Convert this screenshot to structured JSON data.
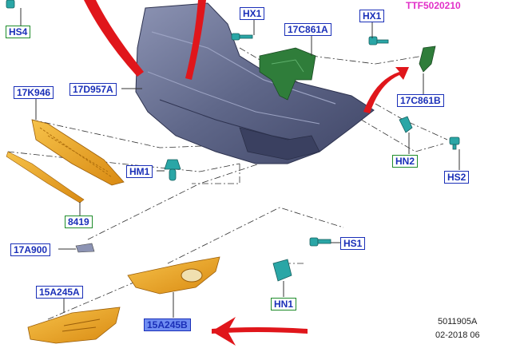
{
  "doc_id": "TTF5020210",
  "labels": {
    "hs4": "HS4",
    "hx1_left": "HX1",
    "hx1_right": "HX1",
    "c17c861a": "17C861A",
    "c17k946": "17K946",
    "c17d957a": "17D957A",
    "c17c861b": "17C861B",
    "hn2": "HN2",
    "hs2": "HS2",
    "hm1": "HM1",
    "c8419": "8419",
    "c17a900": "17A900",
    "hs1": "HS1",
    "c15a245a": "15A245A",
    "c15a245b": "15A245B",
    "hn1": "HN1"
  },
  "footer": {
    "ref": "5011905A",
    "date": "02-2018 06"
  },
  "colors": {
    "callout_blue": "#1a2fb8",
    "callout_green_border": "#1e8c2a",
    "selected_fill": "#6f8df2",
    "arrow_red": "#e0161b",
    "bumper": "#5b6386",
    "bracket_green": "#2f7d3a",
    "trim_orange": "#e7a21c",
    "clip_teal": "#2aa6a6",
    "doc_magenta": "#e22fc8"
  }
}
